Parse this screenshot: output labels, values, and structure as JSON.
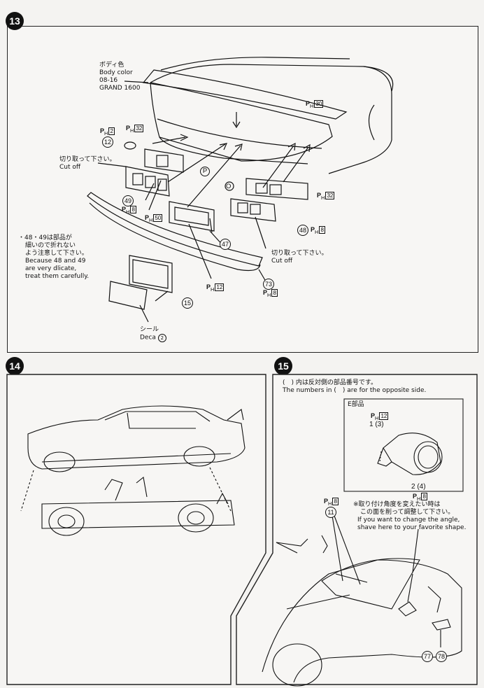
{
  "steps": {
    "s13": {
      "number": "13",
      "body_color": {
        "jp": "ボディ色",
        "en": "Body color",
        "code": "08-16",
        "name": "GRAND 1600"
      },
      "part_12": "12",
      "part_12_ph": {
        "p": "P",
        "h": "H",
        "n": "2"
      },
      "top_ph": {
        "p": "P",
        "h": "H",
        "n": "32"
      },
      "right_top_ph": {
        "p": "P",
        "h": "H",
        "n": "30"
      },
      "cut_off_left": {
        "jp": "切り取って下さい。",
        "en": "Cut off"
      },
      "part_49": "49",
      "part_49_ph": {
        "p": "P",
        "h": "H",
        "n": "8"
      },
      "lower_ph_50": {
        "p": "P",
        "h": "H",
        "n": "50"
      },
      "p_mark": "P",
      "o_mark": "O",
      "right_ph_32": {
        "p": "P",
        "h": "H",
        "n": "32"
      },
      "part_48": "48",
      "part_48_ph": {
        "p": "P",
        "h": "H",
        "n": "8"
      },
      "part_47": "47",
      "caution": {
        "bullet": "・",
        "jp1": "48・49は部品が",
        "jp2": "細いので折れない",
        "jp3": "よう注意して下さい。",
        "en1": "Because 48 and 49",
        "en2": "are very dlicate,",
        "en3": "treat them carefully."
      },
      "cut_off_right": {
        "jp": "切り取って下さい。",
        "en": "Cut off"
      },
      "part_73": "73",
      "part_73_ph": {
        "p": "P",
        "h": "H",
        "n": "8"
      },
      "center_ph_12": {
        "p": "P",
        "h": "H",
        "n": "12"
      },
      "part_15": "15",
      "decal": {
        "jp": "シール",
        "en": "Deca",
        "num": "2"
      }
    },
    "s14": {
      "number": "14"
    },
    "s15": {
      "number": "15",
      "note_jp": "(　) 内は反対側の部品番号です。",
      "note_en": "The numbers in (　) are for the opposite side.",
      "e_parts": "E部品",
      "e_ph": {
        "p": "P",
        "h": "H",
        "n": "12"
      },
      "e_top_nums": "1 (3)",
      "e_bottom_nums": "2 (4)",
      "e_bottom_ph": {
        "p": "P",
        "h": "H",
        "n": "8"
      },
      "angle_jp1": "※取り付け角度を変えたい時は",
      "angle_jp2": "この面を削って調整して下さい。",
      "angle_en1": "If you want to change the angle,",
      "angle_en2": "shave here to your favorite shape.",
      "left_ph": {
        "p": "P",
        "h": "H",
        "n": "8"
      },
      "part_11": "11",
      "part_77": "77",
      "part_78": "78"
    }
  },
  "colors": {
    "ink": "#111111",
    "paper": "#f7f6f4",
    "background": "#f4f3f1"
  }
}
